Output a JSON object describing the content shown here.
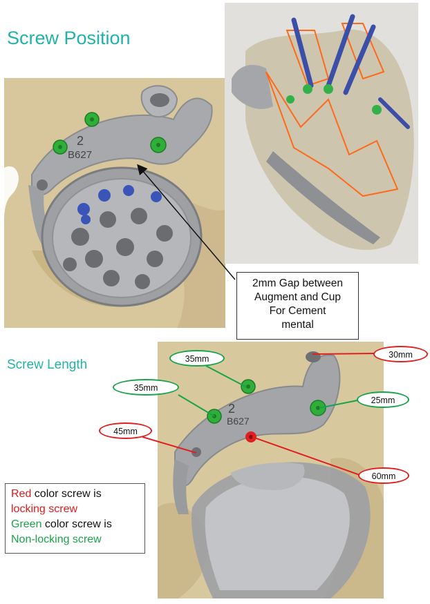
{
  "title": "Screw Position",
  "subtitle": "Screw Length",
  "callout": {
    "line1": "2mm Gap between",
    "line2": "Augment and Cup",
    "line3": "For Cement",
    "line4": "mental"
  },
  "legend": {
    "red_word": "Red",
    "red_rest": " color screw is",
    "red_line2": "locking screw",
    "green_word": "Green",
    "green_rest": " color screw is",
    "green_line2": "Non-locking screw"
  },
  "augment_markings": {
    "number": "2",
    "code": "B627"
  },
  "screw_labels": [
    {
      "text": "35mm",
      "color": "green"
    },
    {
      "text": "35mm",
      "color": "green"
    },
    {
      "text": "25mm",
      "color": "green"
    },
    {
      "text": "30mm",
      "color": "red"
    },
    {
      "text": "45mm",
      "color": "red"
    },
    {
      "text": "60mm",
      "color": "red"
    }
  ],
  "colors": {
    "accent": "#22b3a8",
    "bone": "#d9c79a",
    "implant": "#a3a5a8",
    "non_locking_screw": "#2fae3a",
    "locking_screw": "#e02020",
    "cup_screw": "#3b54b8"
  }
}
